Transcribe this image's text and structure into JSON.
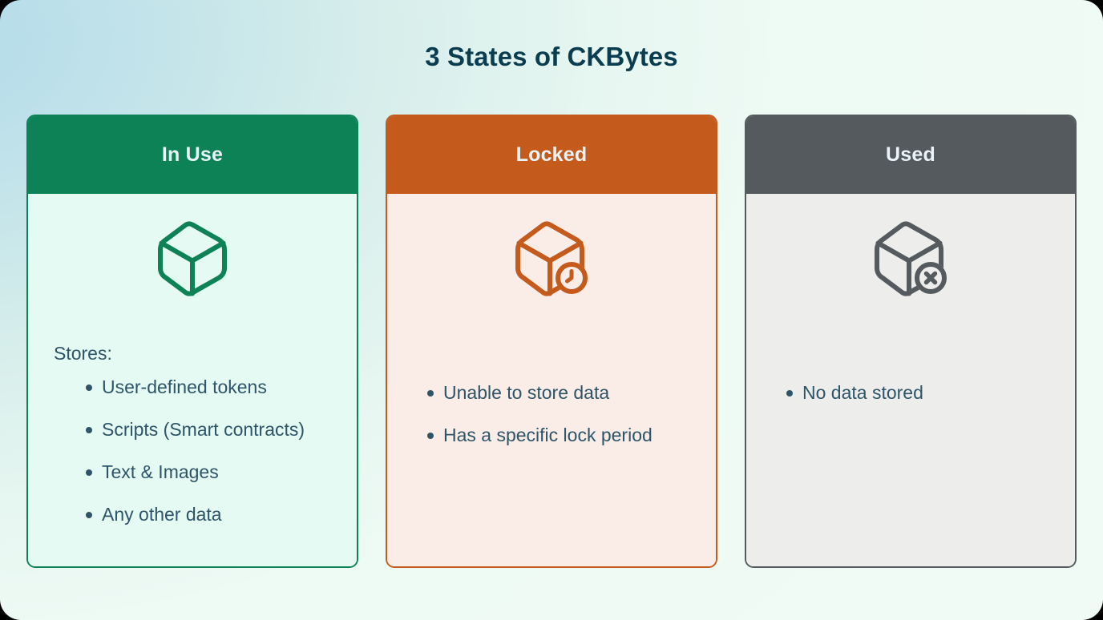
{
  "page": {
    "title": "3 States of CKBytes",
    "background_gradient_from": "#b4dce9",
    "background_gradient_to": "#effaf5",
    "title_color": "#0b3d50",
    "body_text_color": "#2e5467"
  },
  "cards": [
    {
      "id": "in-use",
      "header_label": "In Use",
      "header_color": "#0d8257",
      "body_color": "#e6faf4",
      "border_color": "#0d8257",
      "icon": "cube-icon",
      "icon_color": "#0d8257",
      "intro": "Stores:",
      "bullets": [
        "User-defined tokens",
        "Scripts (Smart contracts)",
        "Text & Images",
        "Any other data"
      ]
    },
    {
      "id": "locked",
      "header_label": "Locked",
      "header_color": "#c55a1d",
      "body_color": "#faece7",
      "border_color": "#c55a1d",
      "icon": "cube-clock-icon",
      "icon_color": "#c55a1d",
      "intro": "",
      "bullets": [
        "Unable to store data",
        "Has a specific lock period"
      ]
    },
    {
      "id": "used",
      "header_label": "Used",
      "header_color": "#545a5e",
      "body_color": "#ededec",
      "border_color": "#545a5e",
      "icon": "cube-x-icon",
      "icon_color": "#545a5e",
      "intro": "",
      "bullets": [
        "No data stored"
      ]
    }
  ]
}
